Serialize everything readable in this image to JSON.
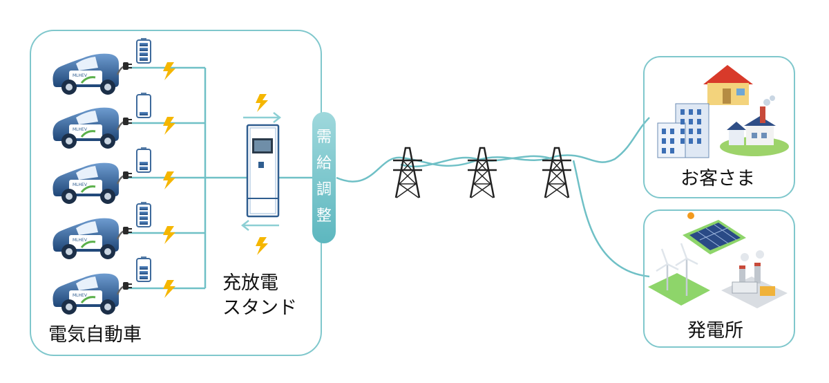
{
  "labels": {
    "ev": "電気自動車",
    "station_line1": "充放電",
    "station_line2": "スタンド",
    "demand_response": [
      "需",
      "給",
      "調",
      "整"
    ],
    "customers": "お客さま",
    "power_plant": "発電所"
  },
  "icons": {
    "car": "electric-car-icon",
    "battery": "battery-icon",
    "plug": "plug-icon",
    "bolt": "lightning-bolt-icon",
    "station": "charging-station-icon",
    "tower": "transmission-tower-icon",
    "house": "house-icon",
    "office": "office-building-icon",
    "factory": "factory-icon",
    "solar": "solar-panel-icon",
    "wind": "wind-turbine-icon",
    "plant": "thermal-plant-icon"
  },
  "colors": {
    "line": "#6fc0c6",
    "car_body": "#2f5d8f",
    "bolt": "#f5b600",
    "panel_border": "#7fc7cc",
    "arrow": "#8ccfd4"
  }
}
